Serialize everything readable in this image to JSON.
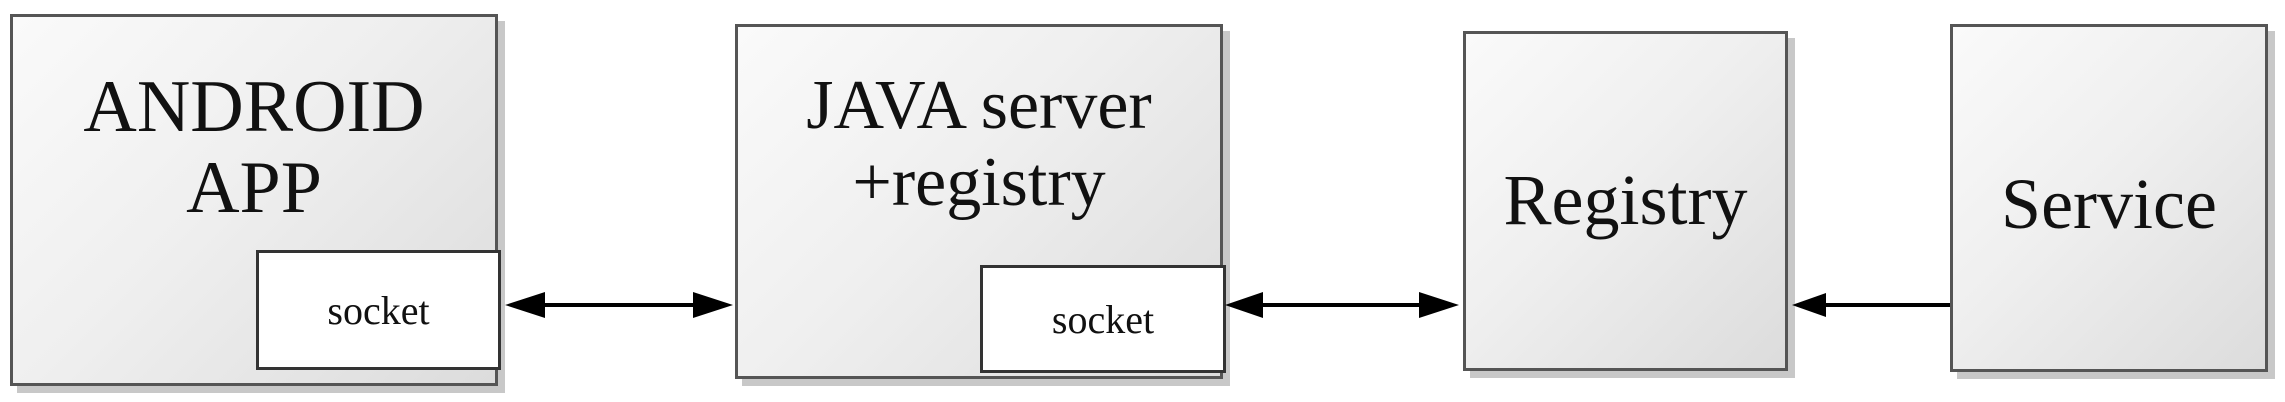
{
  "nodes": {
    "android": {
      "line1": "ANDROID",
      "line2": "APP",
      "socket": "socket"
    },
    "java": {
      "line1": "JAVA server",
      "line2": "+registry",
      "socket": "socket"
    },
    "registry": {
      "label": "Registry"
    },
    "service": {
      "label": "Service"
    }
  },
  "edges": [
    {
      "from": "android",
      "to": "java",
      "direction": "both"
    },
    {
      "from": "java",
      "to": "registry",
      "direction": "both"
    },
    {
      "from": "service",
      "to": "registry",
      "direction": "single"
    }
  ],
  "colors": {
    "border": "#555555",
    "arrow": "#000000"
  }
}
